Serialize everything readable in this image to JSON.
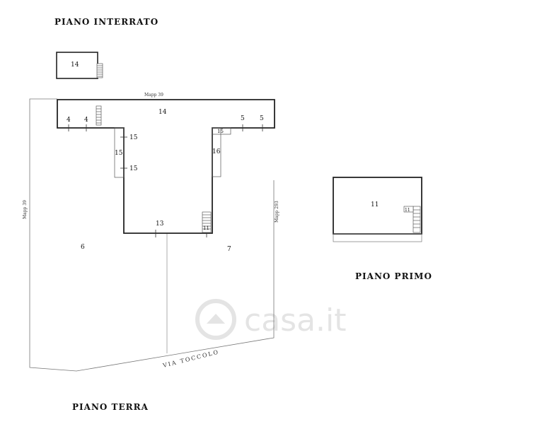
{
  "titles": {
    "basement": "PIANO INTERRATO",
    "ground": "PIANO TERRA",
    "first": "PIANO PRIMO"
  },
  "parcels": {
    "top": "Mapp 39",
    "left": "Mapp 39",
    "right": "Mapp 293"
  },
  "road": "VIA TOCCOLO",
  "watermark": "casa.it",
  "labels": {
    "basement_room": "14",
    "main_top": "14",
    "left_4a": "4",
    "left_4b": "4",
    "right_5a": "5",
    "right_5b": "5",
    "left_15_upper": "15",
    "left_15_mid": "15",
    "left_15_lower": "15",
    "right_15": "15",
    "right_16": "16",
    "bottom_13": "13",
    "bottom_11": "11",
    "yard_left": "6",
    "yard_right": "7",
    "first_floor_room": "11",
    "first_floor_stair": "11"
  }
}
